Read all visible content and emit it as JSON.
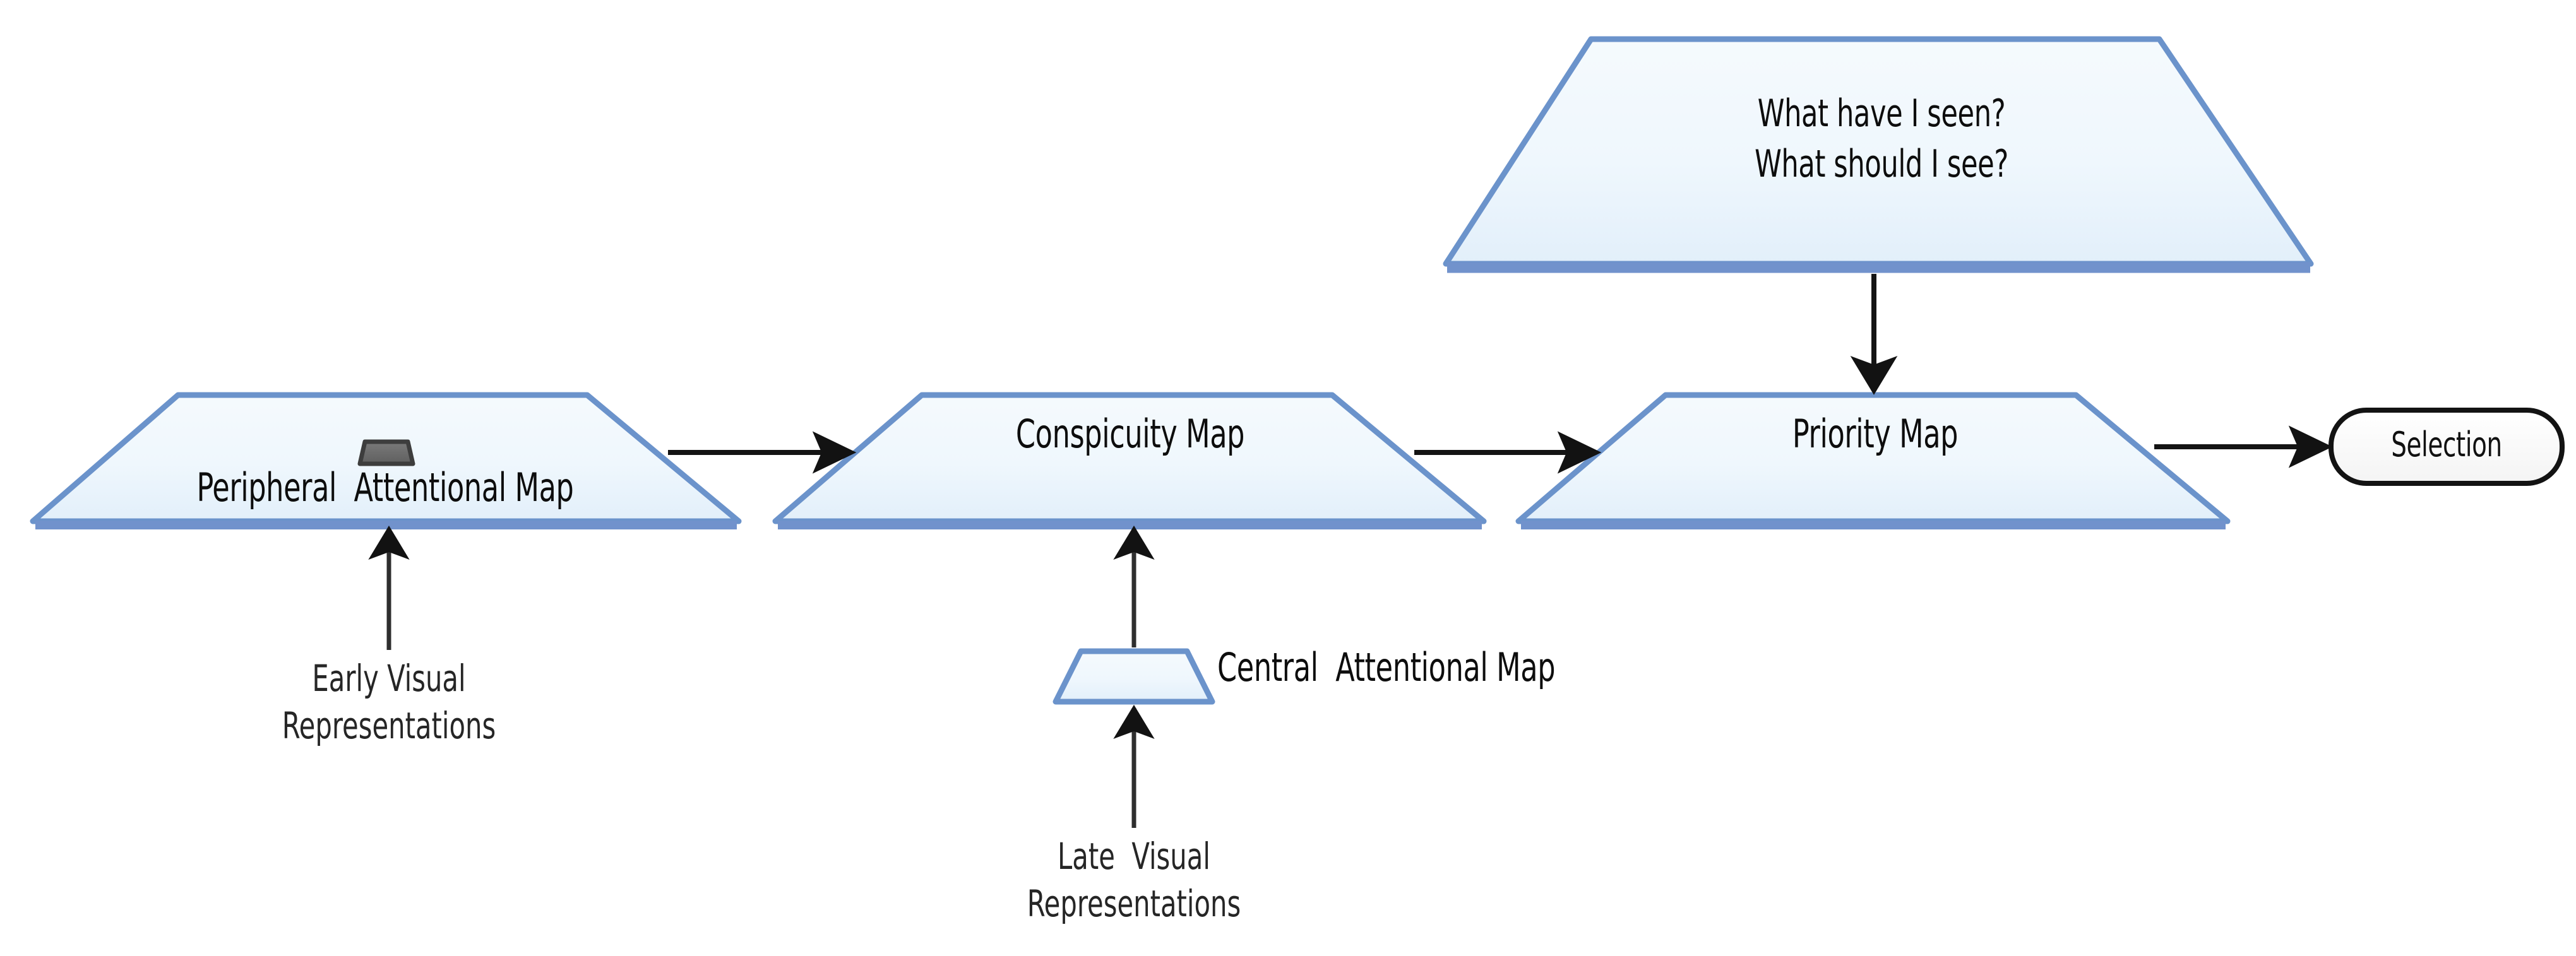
{
  "diagram": {
    "title": "Attentional map model flow diagram",
    "background": "#ffffff",
    "palette": {
      "node_fill_top": "#f2f8fd",
      "node_fill_bottom": "#e4f0fb",
      "node_stroke": "#6b93cb",
      "node_stroke_dark": "#5c86c4",
      "arrow": "#1a1a1a",
      "text": "#0d0d0d",
      "icon_gray_fill": "#6e6e6e",
      "icon_gray_stroke": "#3d3d3d",
      "selection_stroke": "#111111",
      "selection_fill": "#fbfbfb"
    },
    "nodes": {
      "goal": {
        "shape": "inverted-trapezoid",
        "line1": "What have I seen?",
        "line2": "What should I see?"
      },
      "peripheral": {
        "shape": "trapezoid",
        "label": "Peripheral  Attentional Map",
        "icon": "mini-map-icon"
      },
      "conspicuity": {
        "shape": "trapezoid",
        "label": "Conspicuity Map"
      },
      "priority": {
        "shape": "trapezoid",
        "label": "Priority Map"
      },
      "selection": {
        "shape": "rounded-rect",
        "label": "Selection"
      },
      "central_map": {
        "shape": "trapezoid-small",
        "label": "Central  Attentional Map"
      }
    },
    "annotations": {
      "early_visual": {
        "line1": "Early Visual",
        "line2": "Representations"
      },
      "late_visual": {
        "line1": "Late  Visual",
        "line2": "Representations"
      }
    },
    "edges": [
      {
        "name": "peripheral-to-conspicuity",
        "from": "peripheral",
        "to": "conspicuity",
        "direction": "right"
      },
      {
        "name": "conspicuity-to-priority",
        "from": "conspicuity",
        "to": "priority",
        "direction": "right"
      },
      {
        "name": "priority-to-selection",
        "from": "priority",
        "to": "selection",
        "direction": "right"
      },
      {
        "name": "goal-to-priority",
        "from": "goal",
        "to": "priority",
        "direction": "down"
      },
      {
        "name": "early-visual-to-peripheral",
        "from": "early_visual",
        "to": "peripheral",
        "direction": "up"
      },
      {
        "name": "late-visual-to-central",
        "from": "late_visual",
        "to": "central_map",
        "direction": "up"
      },
      {
        "name": "central-to-conspicuity",
        "from": "central_map",
        "to": "conspicuity",
        "direction": "up"
      }
    ]
  }
}
